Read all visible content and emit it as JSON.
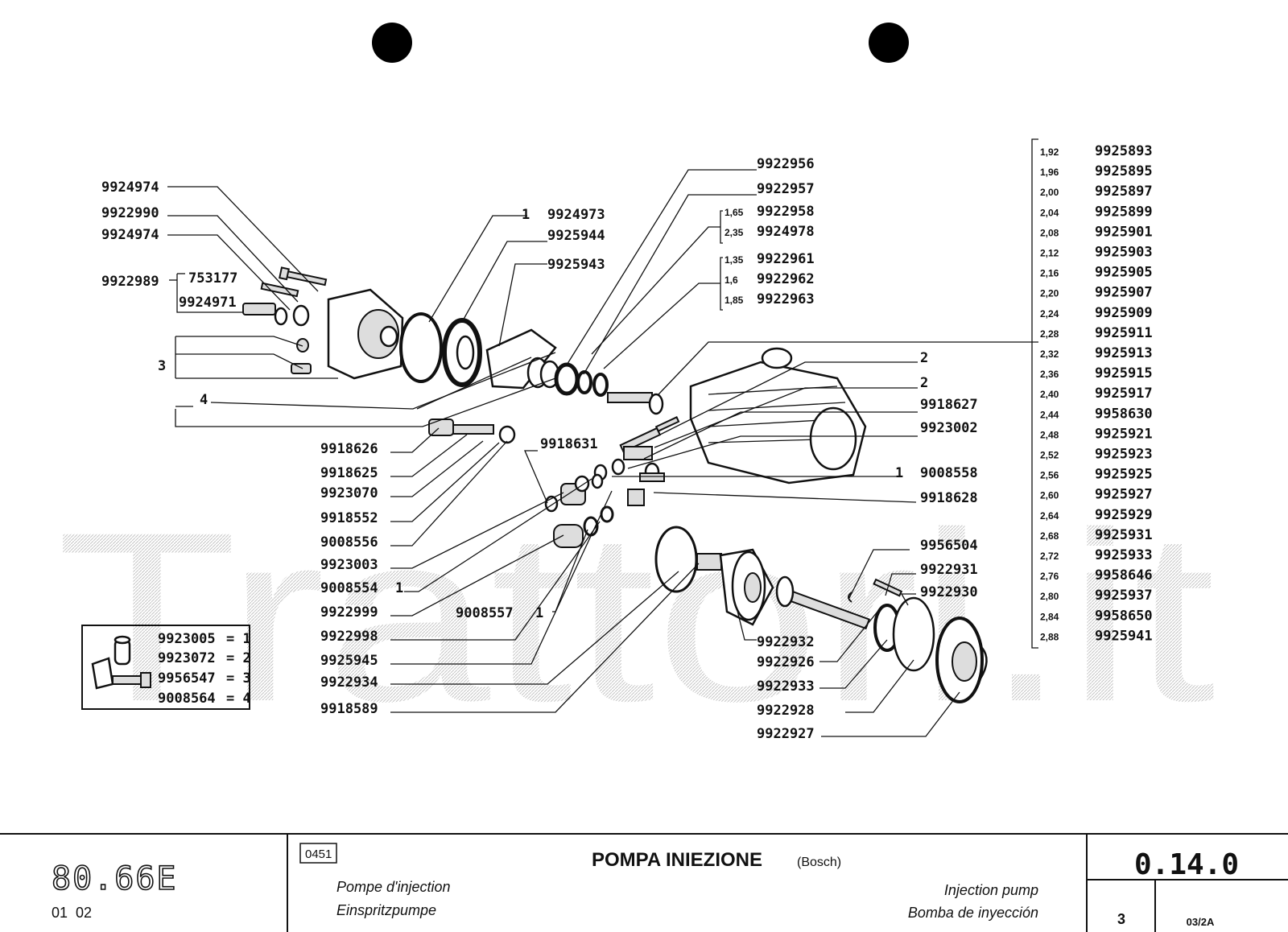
{
  "diagram": {
    "watermark": "Trattori.it",
    "left_callouts": [
      "9924974",
      "9922990",
      "9924974",
      "9922989",
      "753177",
      "9924971",
      "3",
      "4"
    ],
    "top_callouts": [
      {
        "num": "1",
        "code": "9924973"
      },
      {
        "code": "9925944"
      },
      {
        "code": "9925943"
      },
      {
        "code": "9922956"
      },
      {
        "code": "9922957"
      }
    ],
    "size_groups": [
      [
        {
          "size": "1,65",
          "code": "9922958"
        },
        {
          "size": "2,35",
          "code": "9924978"
        }
      ],
      [
        {
          "size": "1,35",
          "code": "9922961"
        },
        {
          "size": "1,6",
          "code": "9922962"
        },
        {
          "size": "1,85",
          "code": "9922963"
        }
      ]
    ],
    "right_callouts": [
      "2",
      "2",
      "9918627",
      "9923002",
      "9008558",
      "9918628"
    ],
    "right_callout_prefix_1": "1",
    "center_left_callouts": [
      "9918626",
      "9918625",
      "9923070",
      "9918552",
      "9008556",
      "9923003",
      "9008554",
      "9922999",
      "9922998",
      "9925945",
      "9922934",
      "9918589"
    ],
    "center_left_suffix_1": "1",
    "mid_callouts": [
      {
        "code": "9918631"
      },
      {
        "code": "9008557",
        "suffix": "1"
      }
    ],
    "lower_right_callouts": [
      "9956504",
      "9922931",
      "9922930",
      "9922932",
      "9922926",
      "9922933",
      "9922928",
      "9922927"
    ],
    "shim_table": [
      {
        "size": "1,92",
        "code": "9925893"
      },
      {
        "size": "1,96",
        "code": "9925895"
      },
      {
        "size": "2,00",
        "code": "9925897"
      },
      {
        "size": "2,04",
        "code": "9925899"
      },
      {
        "size": "2,08",
        "code": "9925901"
      },
      {
        "size": "2,12",
        "code": "9925903"
      },
      {
        "size": "2,16",
        "code": "9925905"
      },
      {
        "size": "2,20",
        "code": "9925907"
      },
      {
        "size": "2,24",
        "code": "9925909"
      },
      {
        "size": "2,28",
        "code": "9925911"
      },
      {
        "size": "2,32",
        "code": "9925913"
      },
      {
        "size": "2,36",
        "code": "9925915"
      },
      {
        "size": "2,40",
        "code": "9925917"
      },
      {
        "size": "2,44",
        "code": "9958630"
      },
      {
        "size": "2,48",
        "code": "9925921"
      },
      {
        "size": "2,52",
        "code": "9925923"
      },
      {
        "size": "2,56",
        "code": "9925925"
      },
      {
        "size": "2,60",
        "code": "9925927"
      },
      {
        "size": "2,64",
        "code": "9925929"
      },
      {
        "size": "2,68",
        "code": "9925931"
      },
      {
        "size": "2,72",
        "code": "9925933"
      },
      {
        "size": "2,76",
        "code": "9958646"
      },
      {
        "size": "2,80",
        "code": "9925937"
      },
      {
        "size": "2,84",
        "code": "9958650"
      },
      {
        "size": "2,88",
        "code": "9925941"
      }
    ],
    "kit_box": [
      {
        "code": "9923005",
        "eq": "= 1"
      },
      {
        "code": "9923072",
        "eq": "= 2"
      },
      {
        "code": "9956547",
        "eq": "= 3"
      },
      {
        "code": "9008564",
        "eq": "= 4"
      }
    ]
  },
  "footer": {
    "model": "80.66E",
    "model_sub": "01  02",
    "code_box": "0451",
    "title": "POMPA INIEZIONE",
    "title_brand": "(Bosch)",
    "fr": "Pompe d'injection",
    "de": "Einspritzpumpe",
    "en": "Injection pump",
    "es": "Bomba de inyección",
    "ref": "0.14.0",
    "page": "3",
    "sheet": "03/2A"
  }
}
